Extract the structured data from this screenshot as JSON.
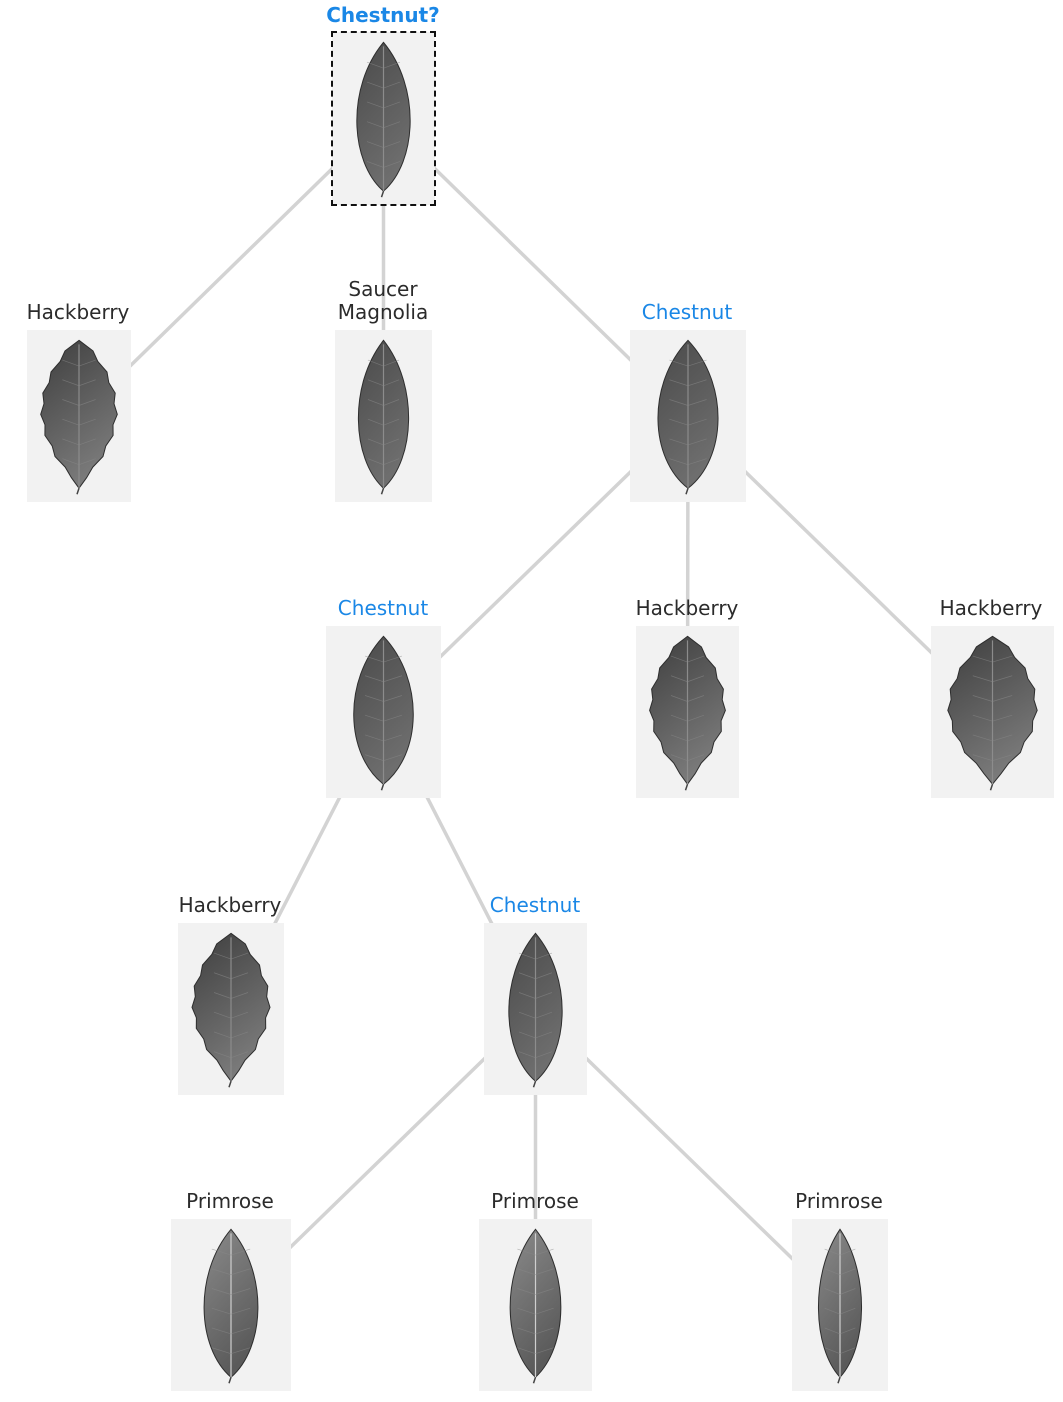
{
  "colors": {
    "edge": "#d3d3d3",
    "highlight": "#1a87e6",
    "text": "#2b2b2b",
    "thumb_bg": "#f2f2f2"
  },
  "tree": {
    "nodes": [
      {
        "id": "root",
        "label": "Chestnut?",
        "kind": "root",
        "leaf": "chestnut-leaf-icon"
      },
      {
        "id": "n1",
        "label": "Hackberry",
        "kind": "normal",
        "leaf": "hackberry-leaf-icon"
      },
      {
        "id": "n2",
        "label": "Saucer\nMagnolia",
        "kind": "normal",
        "leaf": "magnolia-leaf-icon"
      },
      {
        "id": "n3",
        "label": "Chestnut",
        "kind": "highlight",
        "leaf": "chestnut-leaf-icon"
      },
      {
        "id": "n4",
        "label": "Chestnut",
        "kind": "highlight",
        "leaf": "chestnut-leaf-icon"
      },
      {
        "id": "n5",
        "label": "Hackberry",
        "kind": "normal",
        "leaf": "hackberry-leaf-icon"
      },
      {
        "id": "n6",
        "label": "Hackberry",
        "kind": "normal",
        "leaf": "hackberry-leaf-icon"
      },
      {
        "id": "n7",
        "label": "Hackberry",
        "kind": "normal",
        "leaf": "hackberry-leaf-icon"
      },
      {
        "id": "n8",
        "label": "Chestnut",
        "kind": "highlight",
        "leaf": "chestnut-leaf-icon"
      },
      {
        "id": "n9",
        "label": "Primrose",
        "kind": "normal",
        "leaf": "primrose-leaf-icon"
      },
      {
        "id": "n10",
        "label": "Primrose",
        "kind": "normal",
        "leaf": "primrose-leaf-icon"
      },
      {
        "id": "n11",
        "label": "Primrose",
        "kind": "normal",
        "leaf": "primrose-leaf-icon"
      }
    ],
    "edges": [
      [
        "root",
        "n1"
      ],
      [
        "root",
        "n2"
      ],
      [
        "root",
        "n3"
      ],
      [
        "n3",
        "n4"
      ],
      [
        "n3",
        "n5"
      ],
      [
        "n3",
        "n6"
      ],
      [
        "n4",
        "n7"
      ],
      [
        "n4",
        "n8"
      ],
      [
        "n8",
        "n9"
      ],
      [
        "n8",
        "n10"
      ],
      [
        "n8",
        "n11"
      ]
    ]
  }
}
